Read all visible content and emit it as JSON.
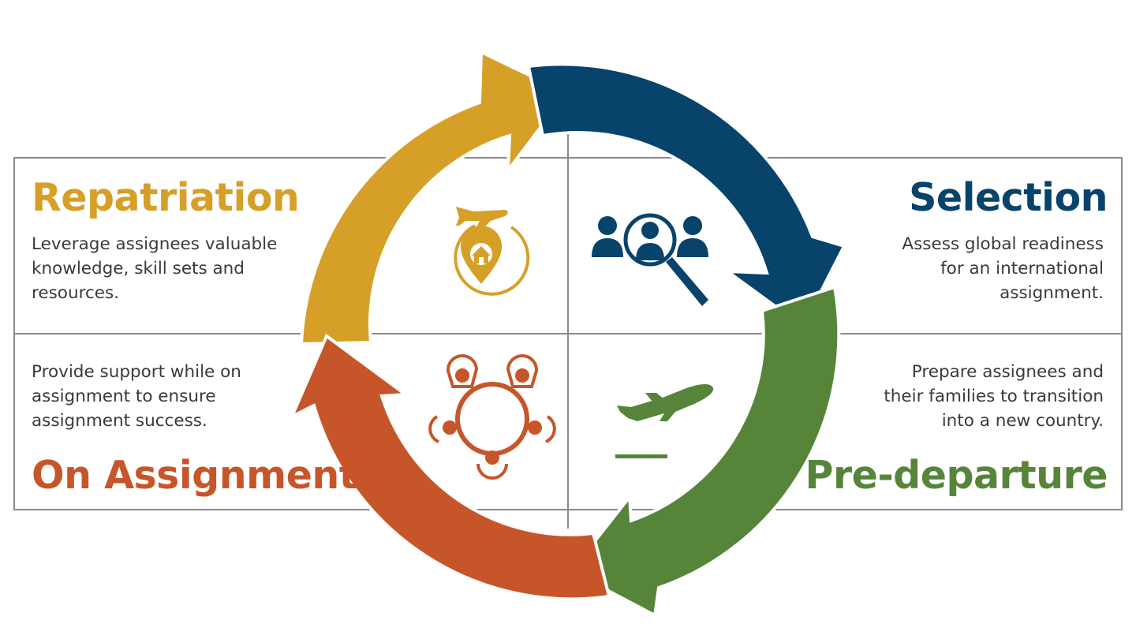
{
  "colors": {
    "repatriation": "#D6A028",
    "selection": "#07436B",
    "pre_departure": "#56853A",
    "on_assignment": "#C65629",
    "text": "#3a3a3a",
    "grid": "#8a8a8a"
  },
  "stages": {
    "repatriation": {
      "title": "Repatriation",
      "description": "Leverage assignees valuable\nknowledge, skill sets and\nresources.",
      "icon": "plane-home-location-icon"
    },
    "selection": {
      "title": "Selection",
      "description": "Assess global readiness\nfor an international\nassignment.",
      "icon": "people-search-icon"
    },
    "pre_departure": {
      "title": "Pre-departure",
      "description": "Prepare assignees and\ntheir families to transition\ninto a new country.",
      "icon": "plane-takeoff-icon"
    },
    "on_assignment": {
      "title": "On Assignment",
      "description": "Provide support while on\nassignment to ensure\nassignment success.",
      "icon": "team-circle-icon"
    }
  }
}
